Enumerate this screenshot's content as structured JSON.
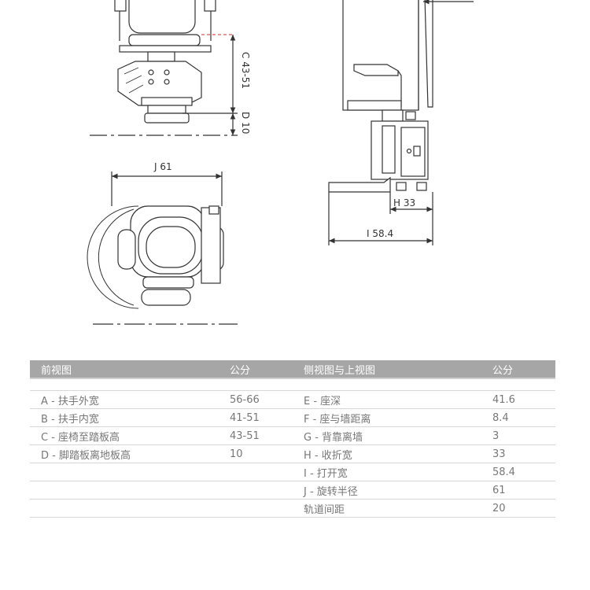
{
  "labels": {
    "C": "C 43-51",
    "D": "D 10",
    "J": "J 61",
    "H": "H 33",
    "I": "I 58.4"
  },
  "front_table": {
    "header": "前视图",
    "unit": "公分",
    "rows": [
      {
        "label": "A - 扶手外宽",
        "value": "56-66"
      },
      {
        "label": "B - 扶手内宽",
        "value": "41-51"
      },
      {
        "label": "C - 座椅至踏板高",
        "value": "43-51"
      },
      {
        "label": "D - 脚踏板离地板高",
        "value": "10"
      },
      {
        "label": "",
        "value": ""
      },
      {
        "label": "",
        "value": ""
      },
      {
        "label": "",
        "value": ""
      }
    ]
  },
  "side_table": {
    "header": "侧视图与上视图",
    "unit": "公分",
    "rows": [
      {
        "label": "E - 座深",
        "value": "41.6"
      },
      {
        "label": "F - 座与墙距离",
        "value": "8.4"
      },
      {
        "label": "G - 背靠离墙",
        "value": "3"
      },
      {
        "label": "H - 收折宽",
        "value": "33"
      },
      {
        "label": "I - 打开宽",
        "value": "58.4"
      },
      {
        "label": "J - 旋转半径",
        "value": "61"
      },
      {
        "label": "轨道间距",
        "value": "20"
      }
    ]
  }
}
